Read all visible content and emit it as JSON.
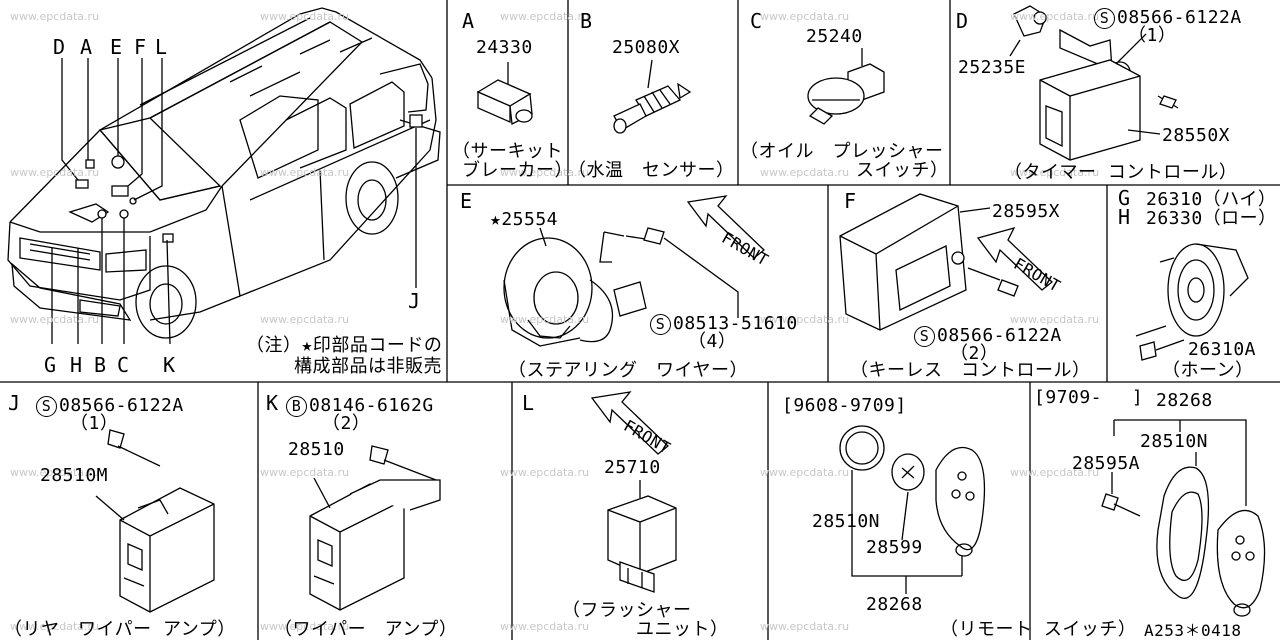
{
  "watermark": "www.epcdata.ru",
  "car": {
    "callouts": [
      "D",
      "A",
      "E",
      "F",
      "L"
    ],
    "callouts_bottom": [
      "G",
      "H",
      "B",
      "C",
      "K"
    ],
    "callout_j": "J",
    "note_line1": "（注）★印部品コードの",
    "note_line2": "構成部品は非販売"
  },
  "panels": {
    "A": {
      "letter": "A",
      "part": "24330",
      "desc1": "（サーキット",
      "desc2": "ブレーカー）"
    },
    "B": {
      "letter": "B",
      "part": "25080X",
      "desc": "（水温　センサー）"
    },
    "C": {
      "letter": "C",
      "part": "25240",
      "desc1": "（オイル　プレッシャー",
      "desc2": "スイッチ）"
    },
    "D": {
      "letter": "D",
      "part1": "25235E",
      "screw_symbol": "S",
      "part2": "08566-6122A",
      "qty": "（1）",
      "part3": "28550X",
      "desc": "（タイマー コントロール）"
    },
    "E": {
      "letter": "E",
      "part1": "★25554",
      "front": "FRONT",
      "screw_symbol": "S",
      "part2": "08513-51610",
      "qty": "（4）",
      "desc": "（ステアリング　ワイヤー）"
    },
    "F": {
      "letter": "F",
      "part1": "28595X",
      "front": "FRONT",
      "screw_symbol": "S",
      "part2": "08566-6122A",
      "qty": "（2）",
      "desc": "（キーレス　コントロール）"
    },
    "GH": {
      "letter_g": "G",
      "part_g": "26310（ハイ）",
      "letter_h": "H",
      "part_h": "26330（ロー）",
      "part2": "26310A",
      "desc": "（ホーン）"
    },
    "J": {
      "letter": "J",
      "screw_symbol": "S",
      "part1": "08566-6122A",
      "qty": "（1）",
      "part2": "28510M",
      "desc": "（リヤ　ワイパー アンプ）"
    },
    "K": {
      "letter": "K",
      "bolt_symbol": "B",
      "part1": "08146-6162G",
      "qty": "（2）",
      "part2": "28510",
      "desc": "（ワイパー　アンプ）"
    },
    "L": {
      "letter": "L",
      "front": "FRONT",
      "part": "25710",
      "desc1": "（フラッシャー",
      "desc2": "ユニット）"
    },
    "R1": {
      "range": "[9608-9709]",
      "part1": "28510N",
      "part2": "28599",
      "part3": "28268",
      "desc": "（リモート スイッチ）"
    },
    "R2": {
      "range": "[9709-　 ]",
      "part1": "28268",
      "part2": "28510N",
      "part3": "28595A",
      "code": "A253＊0418"
    }
  }
}
